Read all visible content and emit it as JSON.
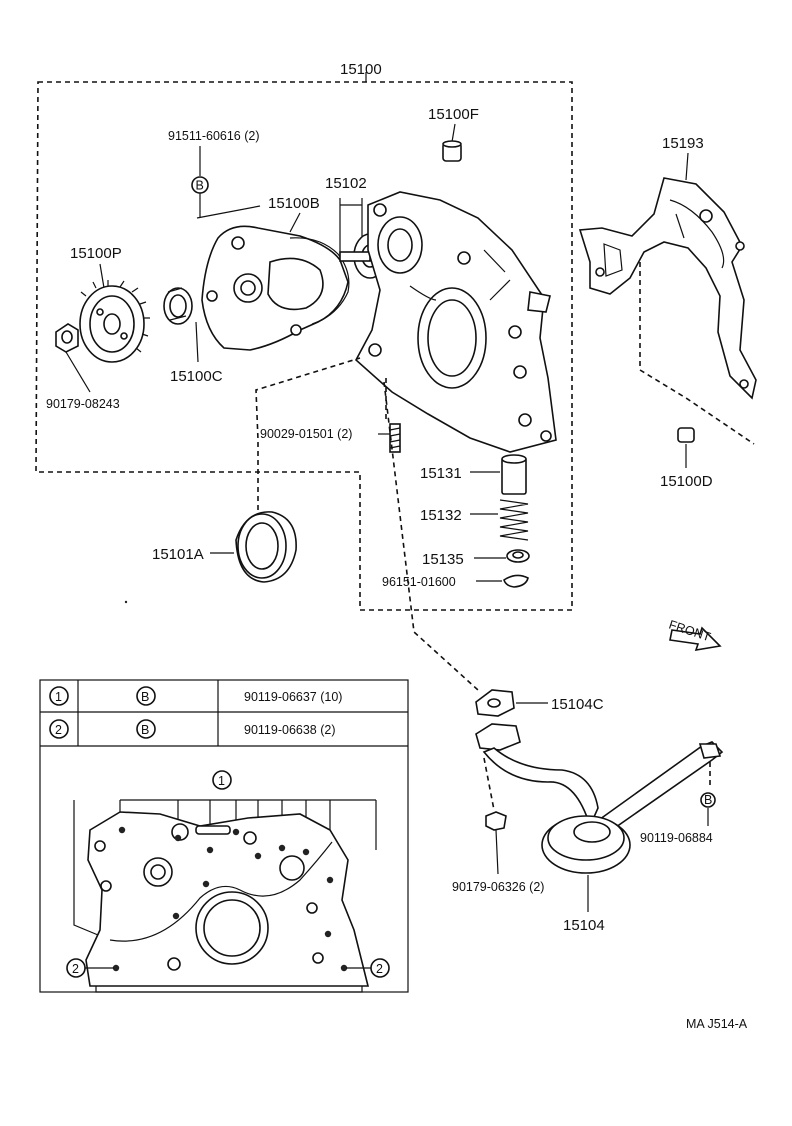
{
  "callouts": {
    "p15100": "15100",
    "p15100F": "15100F",
    "p91511": "91511-60616 (2)",
    "p15102": "15102",
    "p15100B": "15100B",
    "p15193": "15193",
    "p15100P": "15100P",
    "p15100C": "15100C",
    "p90179_08243": "90179-08243",
    "p90029": "90029-01501 (2)",
    "p15131": "15131",
    "p15100D": "15100D",
    "p15132": "15132",
    "p15101A": "15101A",
    "p15135": "15135",
    "p96151": "96151-01600",
    "p15104C": "15104C",
    "p90119_06884": "90119-06884",
    "p90179_06326": "90179-06326 (2)",
    "p15104": "15104",
    "front": "FRONT",
    "drawing_code": "MA J514-A"
  },
  "bolt_marker": "B",
  "bolt_table": {
    "rows": [
      {
        "key": "1",
        "marker": "B",
        "part": "90119-06637 (10)"
      },
      {
        "key": "2",
        "marker": "B",
        "part": "90119-06638 (2)"
      }
    ]
  },
  "inset": {
    "marker_top": "1",
    "marker_left": "2",
    "marker_right": "2"
  }
}
